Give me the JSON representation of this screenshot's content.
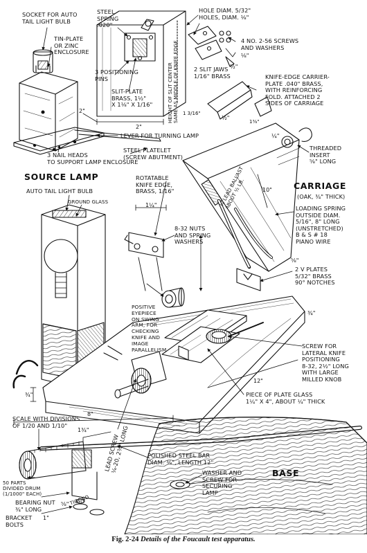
{
  "labels": {
    "socket": "SOCKET FOR AUTO\nTAIL LIGHT BULB",
    "tinplate": "TIN-PLATE\nOR ZINC\nENCLOSURE",
    "nail_heads": "3 NAIL HEADS\nTO SUPPORT LAMP ENCLOSURE",
    "lever": "LEVER FOR TURNING LAMP",
    "steel_spring": "STEEL\nSPRING\n.020\"",
    "positioning_pins": "3 POSITIONING\nPINS",
    "slit_plate": "SLIT-PLATE\nBRASS, 1½\"\nX 1⅛\" X 1/16\"",
    "height_slit": "HEIGHT OF SLIT CENTER\nSAME AS MIDDLE OF KNIFE EDGE",
    "hole_diam": "HOLE DIAM. 5/32\"\nHOLES, DIAM. ⅛\"",
    "screws": "4 No. 2-56 SCREWS\nAND WASHERS",
    "slit_jaws": "2 SLIT JAWS\n1/16\" BRASS",
    "knife_edge_carrier": "KNIFE-EDGE CARRIER-\nPLATE .040\" BRASS,\nWITH REINFORCING\nFOLD. ATTACHED 2\nSIDES OF CARRIAGE",
    "steel_platelet": "STEEL PLATELET\n(SCREW ABUTMENT)",
    "threaded_insert": "THREADED\nINSERT\n⅝\" LONG",
    "source_lamp": "SOURCE LAMP",
    "auto_tail_bulb": "AUTO TAIL LIGHT BULB",
    "ground_glass": "GROUND GLASS",
    "rotatable_knife": "ROTATABLE\nKNIFE EDGE,\nBRASS, 1/16\"",
    "lead_ballast": "⅛ LEAD BALLAST\nABOUT ½ LB.",
    "carriage": "CARRIAGE",
    "carriage_sub": "(OAK, ¾\" THICK)",
    "loading_spring": "LOADING SPRING\nOUTSIDE DIAM.\n5/16\", 8\" LONG\n(UNSTRETCHED)\nB & S # 18\nPIANO WIRE",
    "nuts": "8-32 NUTS\nAND SPRING\nWASHERS",
    "v_plates": "2 V PLATES\n5/32\" BRASS\n90° NOTCHES",
    "eyepiece": "POSITIVE\nEYEPIECE\nON SWING\nARM, FOR\nCHECKING\nKNIFE AND\nIMAGE\nPARALLELISM",
    "screw_lateral": "SCREW FOR\nLATERAL KNIFE\nPOSITIONING\n8-32, 2½\" LONG\nWITH LARGE\nMILLED KNOB",
    "plate_glass": "PIECE OF PLATE GLASS\n1¼\" X 4\", ABOUT ¼\" THICK",
    "scale": "SCALE WITH DIVISIONS\nOF 1/20 AND 1/10\"",
    "lead_screw": "LEAD SCREW\n¼-20, 2¾\" LONG",
    "polished_bar": "POLISHED STEEL BAR\nDIAM. ⅜\", LENGTH 12\"",
    "washer_screw": "WASHER AND\nSCREW FOR\nSECURING\nLAMP",
    "base": "BASE",
    "divided_drum": "50 PARTS\nDIVIDED DRUM\n(1/1000\" EACH)",
    "bearing_nut": "BEARING NUT\n¾\" LONG",
    "bracket_bolts": "BRACKET\nBOLTS",
    "tigono": "TIGONO"
  },
  "dimensions": {
    "d2_top": "2\"",
    "d2_left": "2\"",
    "d1_3_16": "1 3/16\"",
    "d1_1_4": "1¼\"",
    "d10": "10\"",
    "d12": "12\"",
    "d8": "8\"",
    "d1_3_4": "1¾\"",
    "d3_4": "¾\"",
    "d1_8": "⅛\"",
    "d1_2": "½\"",
    "d1": "1\"",
    "d_half": "½\"",
    "d5_8": "⅝\"",
    "d1_3_8": "1⅜\"",
    "d3_4_base": "¾\"",
    "d1_4": "¼\"",
    "d5_8_b": "⅝\""
  },
  "caption": {
    "fig": "Fig. 2-24",
    "text": "Details of the Foucault test apparatus."
  }
}
